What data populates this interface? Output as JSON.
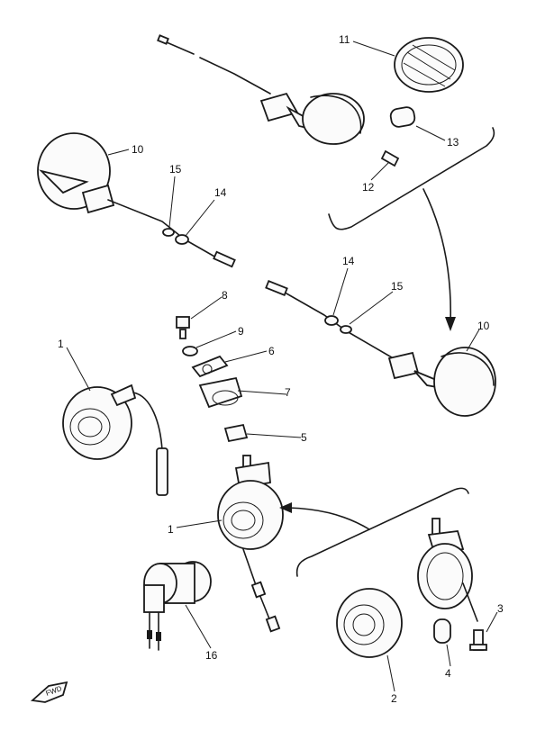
{
  "callouts": {
    "c1a": "1",
    "c1b": "1",
    "c2": "2",
    "c3": "3",
    "c4": "4",
    "c5": "5",
    "c6": "6",
    "c7": "7",
    "c8": "8",
    "c9": "9",
    "c10a": "10",
    "c10b": "10",
    "c11": "11",
    "c12": "12",
    "c13": "13",
    "c14a": "14",
    "c14b": "14",
    "c15a": "15",
    "c15b": "15",
    "c16": "16"
  },
  "front_badge": "FWD"
}
